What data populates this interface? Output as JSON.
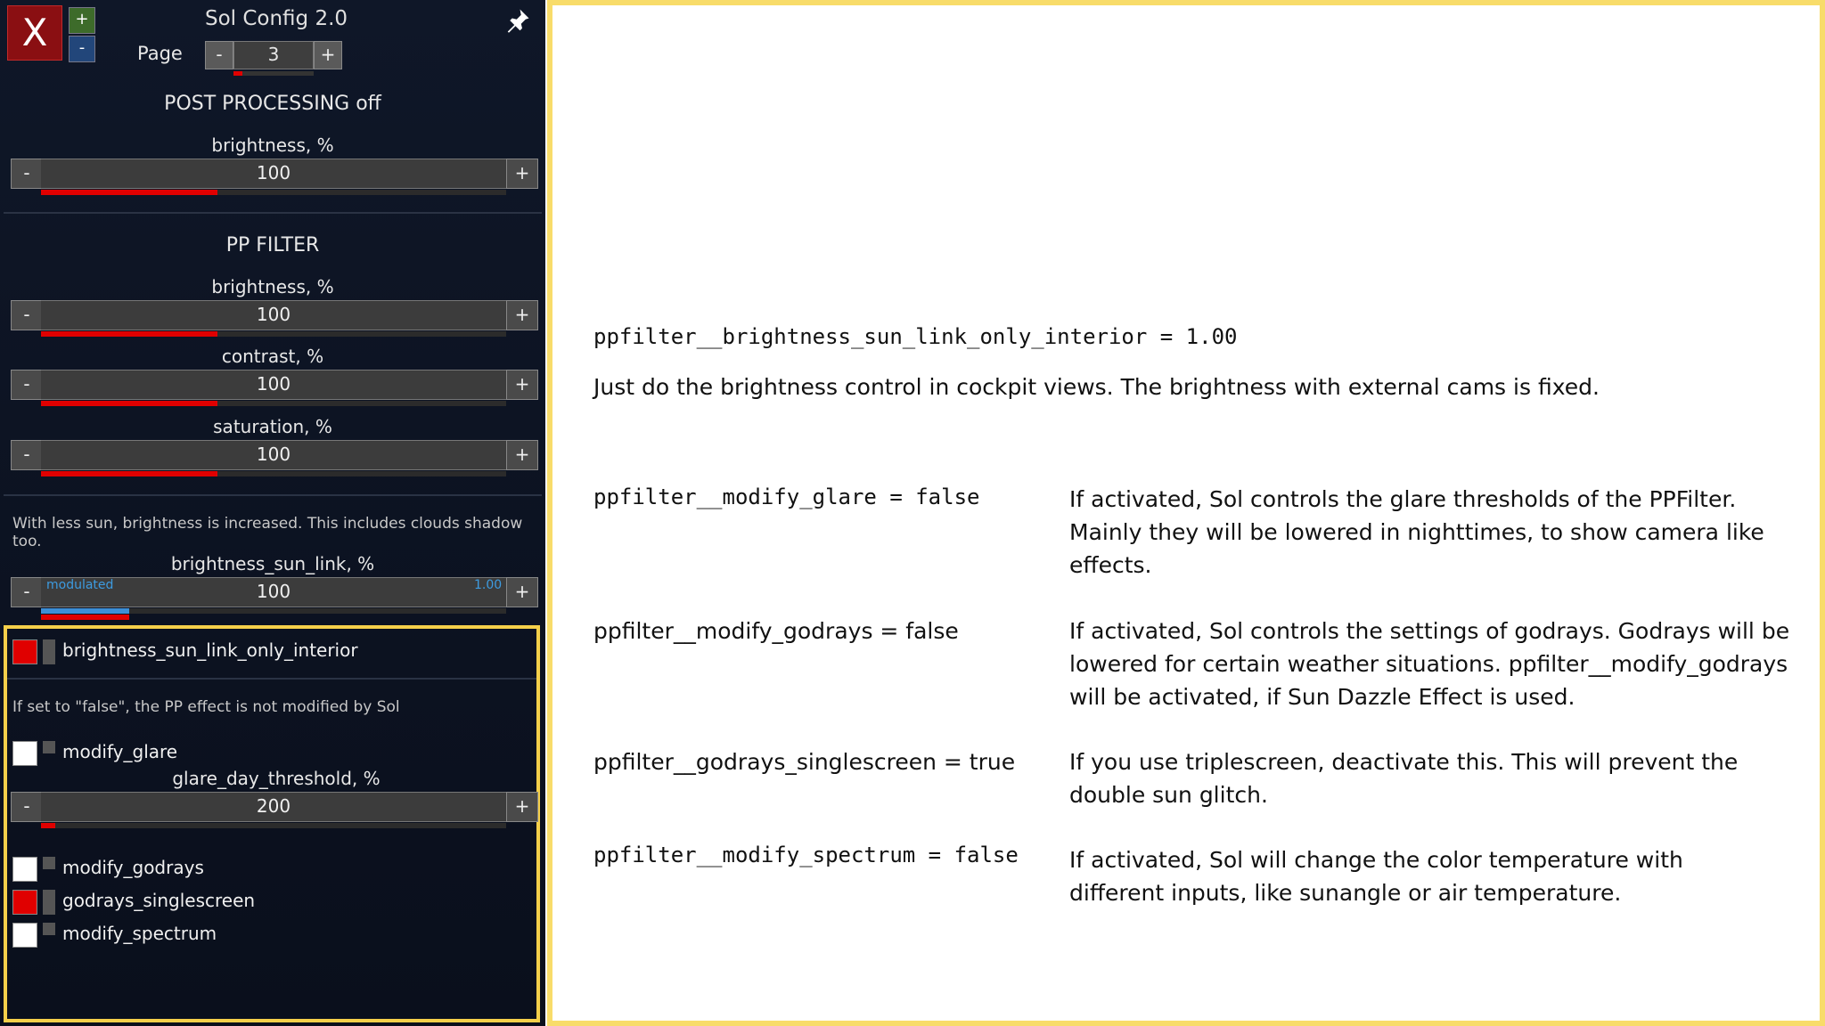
{
  "header": {
    "close_label": "X",
    "add_label": "+",
    "remove_label": "-",
    "title": "Sol Config 2.0",
    "page_label": "Page",
    "page_minus": "-",
    "page_value": "3",
    "page_plus": "+",
    "pin_icon": "pin-icon"
  },
  "post_processing": {
    "title": "POST PROCESSING off",
    "brightness": {
      "label": "brightness, %",
      "value": "100",
      "fill": 0.38
    }
  },
  "pp_filter": {
    "title": "PP FILTER",
    "brightness": {
      "label": "brightness, %",
      "value": "100",
      "fill": 0.38
    },
    "contrast": {
      "label": "contrast, %",
      "value": "100",
      "fill": 0.38
    },
    "saturation": {
      "label": "saturation, %",
      "value": "100",
      "fill": 0.38
    },
    "note": "With less sun, brightness is increased. This includes clouds shadow too.",
    "sun_link": {
      "label": "brightness_sun_link, %",
      "value": "100",
      "modulated_label": "modulated",
      "modulated_value": "1.00",
      "fill": 0.19
    }
  },
  "lower": {
    "sun_link_interior": {
      "label": "brightness_sun_link_only_interior",
      "checked": true
    },
    "note": "If set to \"false\", the PP effect is not modified by Sol",
    "modify_glare": {
      "label": "modify_glare",
      "checked": false
    },
    "glare_threshold": {
      "label": "glare_day_threshold, %",
      "value": "200",
      "fill": 0.03
    },
    "modify_godrays": {
      "label": "modify_godrays",
      "checked": false
    },
    "godrays_singlescreen": {
      "label": "godrays_singlescreen",
      "checked": true
    },
    "modify_spectrum": {
      "label": "modify_spectrum",
      "checked": false
    },
    "minus": "-",
    "plus": "+"
  },
  "doc": {
    "entry1_code": "ppfilter__brightness_sun_link_only_interior = 1.00",
    "entry1_desc": "Just do the brightness control in cockpit views. The brightness with external cams is fixed.",
    "entry2_code": "ppfilter__modify_glare = false",
    "entry2_desc": "If activated, Sol controls the glare thresholds of the PPFilter. Mainly they will be lowered in nighttimes, to show camera like effects.",
    "entry3_code": "ppfilter__modify_godrays = false",
    "entry3_desc": "If activated, Sol controls the settings of godrays. Godrays will be lowered for certain weather situations. ppfilter__modify_godrays will be activated, if Sun Dazzle Effect is used.",
    "entry4_code": "ppfilter__godrays_singlescreen = true",
    "entry4_desc": "If you use triplescreen, deactivate this. This will prevent the double sun glitch.",
    "entry5_code": "ppfilter__modify_spectrum = false",
    "entry5_desc": "If activated, Sol will change the color temperature with different inputs, like sunangle or air temperature."
  },
  "colors": {
    "accent_red": "#e00000",
    "highlight_border": "#f5cf4a",
    "panel_bg": "#0f1728",
    "modulated_blue": "#3d8fd6"
  }
}
